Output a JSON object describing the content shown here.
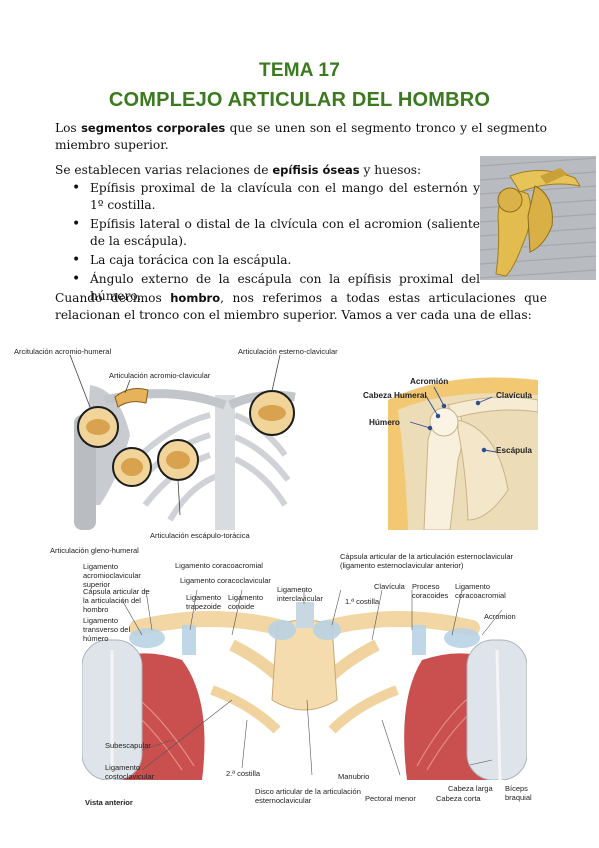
{
  "header": {
    "title_line1": "TEMA 17",
    "title_line2": "COMPLEJO ARTICULAR DEL HOMBRO"
  },
  "intro": {
    "pre": "Los ",
    "bold": "segmentos corporales",
    "post": " que se unen son el segmento tronco y el segmento miembro superior."
  },
  "relations": {
    "pre": "Se establecen varias relaciones de ",
    "bold": "epífisis óseas",
    "post": " y huesos:",
    "items": [
      "Epífisis proximal de la clavícula con el mango del esternón y 1º costilla.",
      "Epífisis lateral o distal de la clvícula con el acromion (saliente de la escápula).",
      "La caja torácica con la escápula.",
      "Ángulo externo de la escápula con la epífisis proximal del húmero."
    ]
  },
  "shoulder": {
    "pre": "Cuando decimos ",
    "bold": "hombro",
    "post": ", nos referimos a todas estas articulaciones que relacionan el tronco con el miembro superior. Vamos a ver cada una de ellas:"
  },
  "figure1": {
    "labels": {
      "acromio_humeral": "Arcitulación acromio-humeral",
      "esterno_clavicular": "Articulación esterno-clavicular",
      "acromio_clavicular": "Articulación acromio-clavicular",
      "escapulo_toracica": "Articulación escápulo-torácica",
      "gleno_humeral": "Articulación gleno-humeral"
    }
  },
  "figure2": {
    "labels": {
      "acromion": "Acromión",
      "cabeza_humeral": "Cabeza Humeral",
      "clavicula": "Clavícula",
      "humero": "Húmero",
      "escapula": "Escápula"
    }
  },
  "figure3": {
    "labels": {
      "lig_acromioclavicular": "Ligamento acromioclavicular superior",
      "capsula_hombro": "Cápsula articular de la articulación del hombro",
      "lig_transverso": "Ligamento transverso del húmero",
      "lig_coracoacromial_top": "Ligamento coracoacromial",
      "lig_coracoclavicular": "Ligamento coracoclavicular",
      "lig_trapezoide": "Ligamento trapezoide",
      "lig_conoide": "Ligamento conoide",
      "lig_interclavicular": "Ligamento interclavicular",
      "capsula_esterno": "Cápsula articular de la articulación esternoclavicular (ligamento esternoclavicular anterior)",
      "primera_costilla": "1.ª costilla",
      "clavicula": "Clavícula",
      "proceso_coracoides": "Proceso coracoides",
      "lig_coracoacromial_right": "Ligamento coracoacromial",
      "acromion": "Acromion",
      "subescapular": "Subescapular",
      "lig_costoclavicular": "Ligamento costoclavicular",
      "segunda_costilla": "2.ª costilla",
      "manubrio": "Manubrio",
      "disco_articular": "Disco articular de la articulación esternoclavicular",
      "pectoral_menor": "Pectoral menor",
      "cabeza_larga": "Cabeza larga",
      "cabeza_corta": "Cabeza corta",
      "biceps": "Bíceps braquial",
      "vista": "Vista anterior"
    }
  }
}
